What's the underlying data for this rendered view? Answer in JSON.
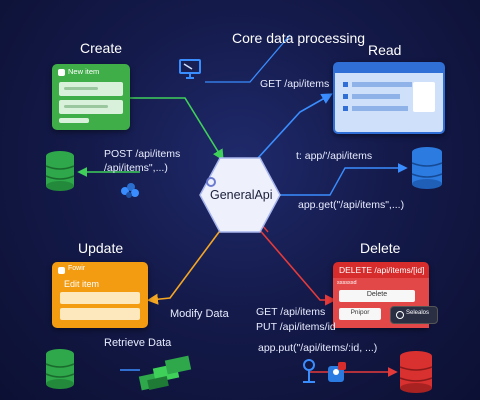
{
  "titles": {
    "create": "Create",
    "core": "Core data processing",
    "read": "Read",
    "update": "Update",
    "delete": "Delete"
  },
  "hub": {
    "label": "GeneralApi"
  },
  "create": {
    "card_header": "New item",
    "endpoint_1": "POST /api/items",
    "endpoint_2": "/api/items\",...)"
  },
  "read": {
    "endpoint_get": "GET /api/items",
    "endpoint_app": "t: app/'/api/items",
    "endpoint_call": "app.get(\"/api/items\",...)"
  },
  "update": {
    "card_header": "Fowir",
    "card_title": "Edit item",
    "modify_label": "Modify Data",
    "retrieve_label": "Retrieve Data"
  },
  "delete": {
    "header_label": "DELETE /api/items/[id]",
    "dialog_title": "ssssssd",
    "delete_button": "Delete",
    "cancel_button": "Pnipor",
    "selected_badge": "Selealos",
    "endpoint_get": "GET /api/items",
    "endpoint_put": "PUT /api/items/id",
    "endpoint_call": "app.put(\"/api/items/:id, ...)"
  },
  "colors": {
    "create": "#3fae49",
    "read": "#2f6fd6",
    "update": "#f39c12",
    "delete": "#d62c2c",
    "database": "#2ea84a",
    "database_red": "#d93030",
    "database_blue": "#2c7be0",
    "hub": "#eef1fb"
  },
  "icons": [
    "computer-icon",
    "cloud-icon",
    "user-icon",
    "stacked-documents-icon",
    "gear-icon"
  ]
}
